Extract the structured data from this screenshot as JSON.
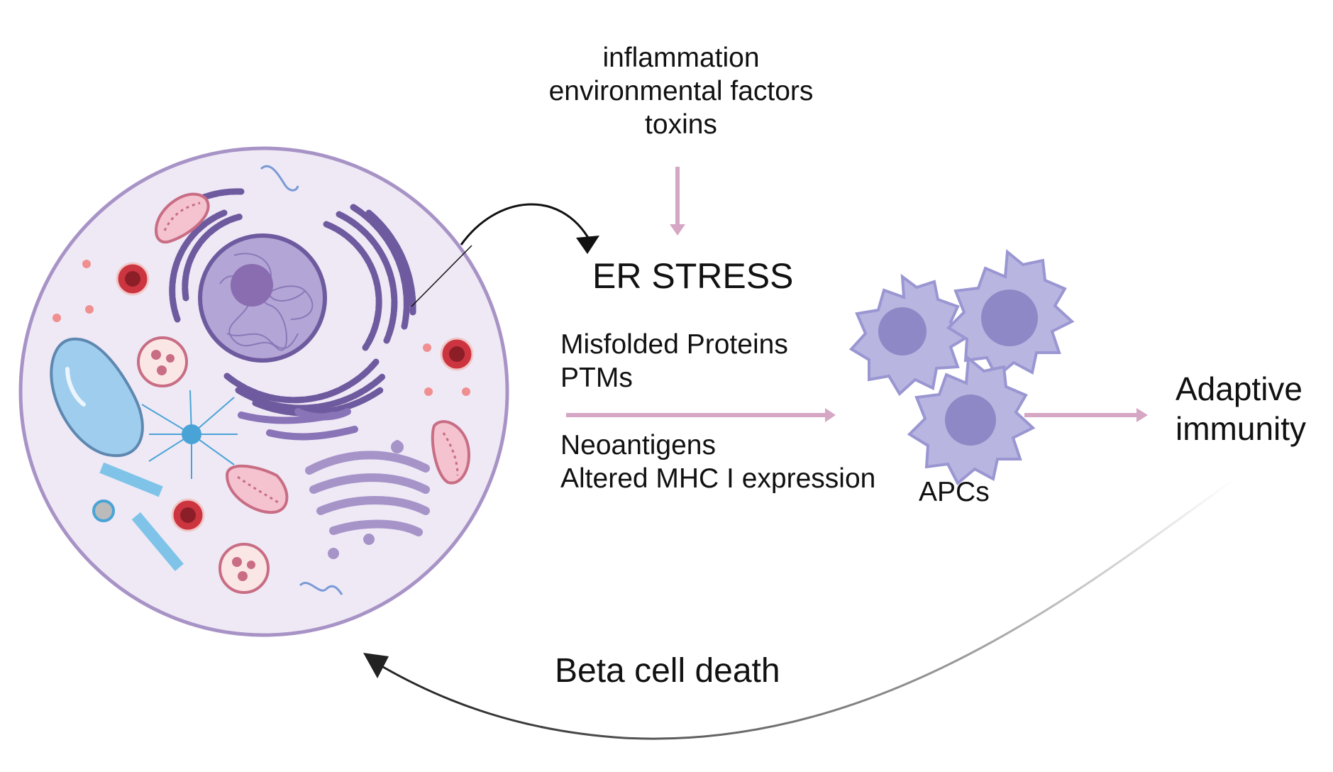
{
  "triggers": [
    "inflammation",
    "environmental factors",
    "toxins"
  ],
  "er_stress": "ER STRESS",
  "consequences_upper": [
    "Misfolded Proteins",
    "PTMs"
  ],
  "consequences_lower": [
    "Neoantigens",
    "Altered MHC I expression"
  ],
  "apcs_label": "APCs",
  "adaptive_label": [
    "Adaptive",
    "immunity"
  ],
  "beta_label": "Beta cell death",
  "colors": {
    "cell_fill": "#efe9f6",
    "cell_border": "#a893c6",
    "nucleus": "#8f7cb7",
    "er": "#6e5a9e",
    "arrow_pink": "#d6a7c4",
    "apc": "#b8b5e0",
    "apc_nucleus": "#8e88c6",
    "mito": "#e8a5b5",
    "vacuole": "#9fcdee",
    "red_vesicle": "#cc3540"
  }
}
